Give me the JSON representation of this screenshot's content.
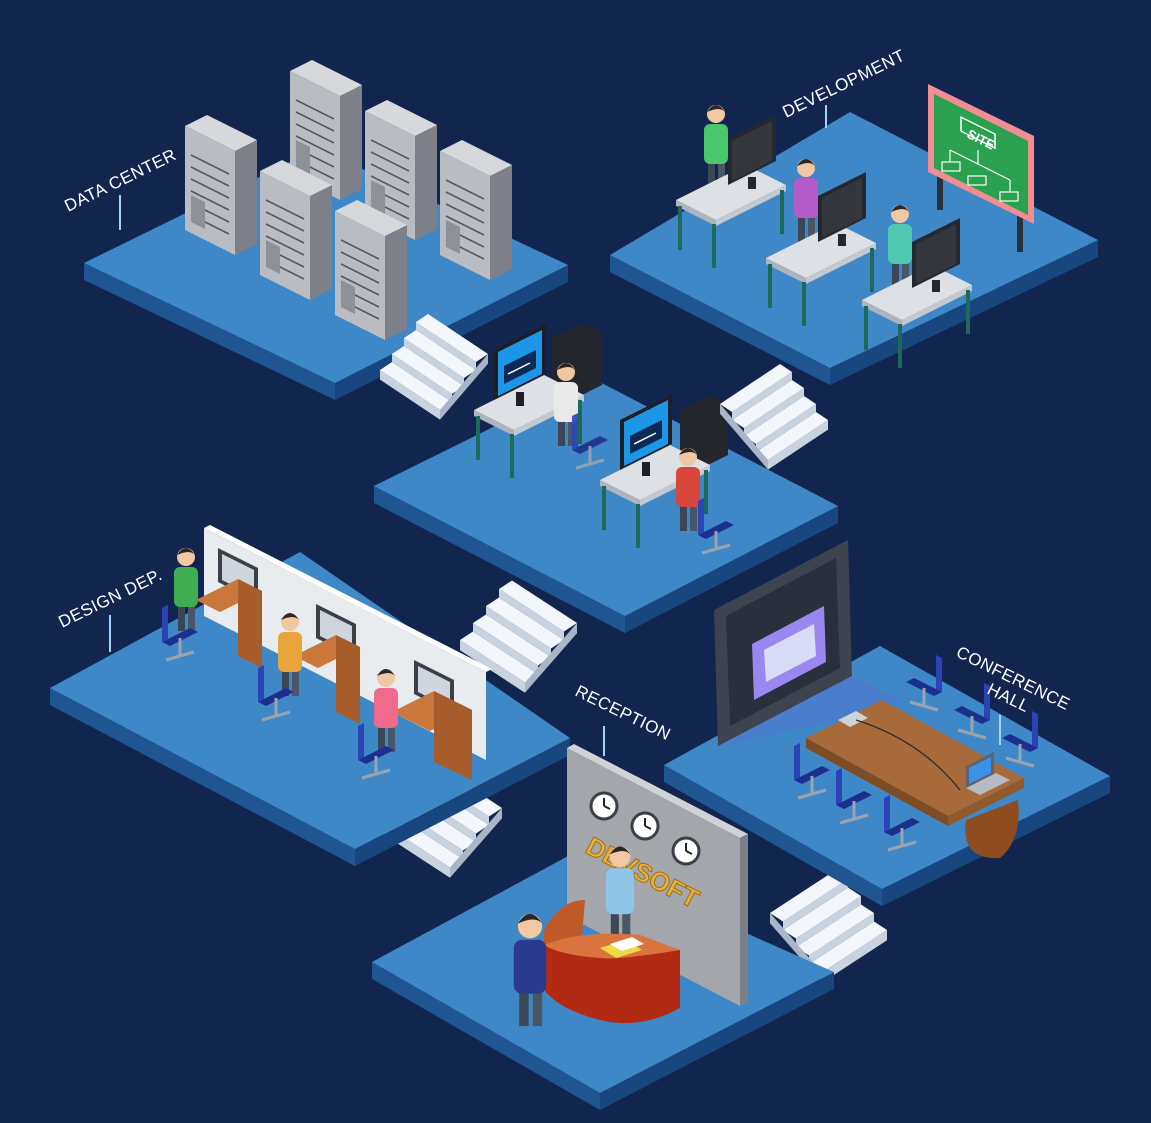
{
  "rooms": {
    "data_center": {
      "label": "DATA CENTER"
    },
    "development": {
      "label": "DEVELOPMENT",
      "board_title": "SITE"
    },
    "design": {
      "label": "DESIGN DEP."
    },
    "reception": {
      "label": "RECEPTION",
      "sign_text": "DEVSOFT"
    },
    "conference": {
      "label_line1": "CONFERENCE",
      "label_line2": "HALL"
    }
  },
  "colors": {
    "background": "#11254f",
    "floor_top": "#3f88c8",
    "floor_side": "#1f5591",
    "stairs": "#e9eef5"
  },
  "icons": [
    "server-rack-icon",
    "monitor-icon",
    "office-chair-icon",
    "wall-clock-icon",
    "projector-screen-icon",
    "laptop-icon"
  ]
}
